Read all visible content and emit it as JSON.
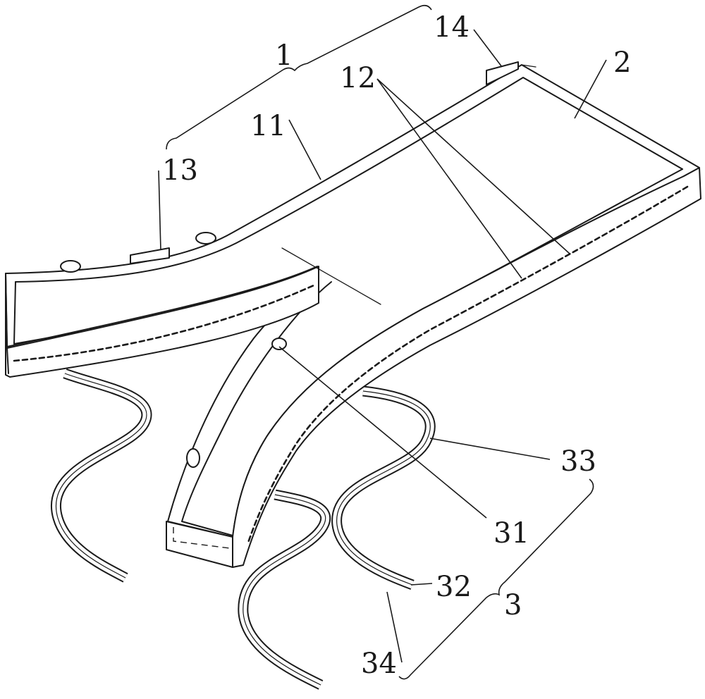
{
  "figure": {
    "title": "",
    "labels": {
      "l1": "1",
      "l2": "2",
      "l3": "3",
      "l11": "11",
      "l12": "12",
      "l13": "13",
      "l14": "14",
      "l31": "31",
      "l32": "32",
      "l33": "33",
      "l34": "34"
    }
  }
}
